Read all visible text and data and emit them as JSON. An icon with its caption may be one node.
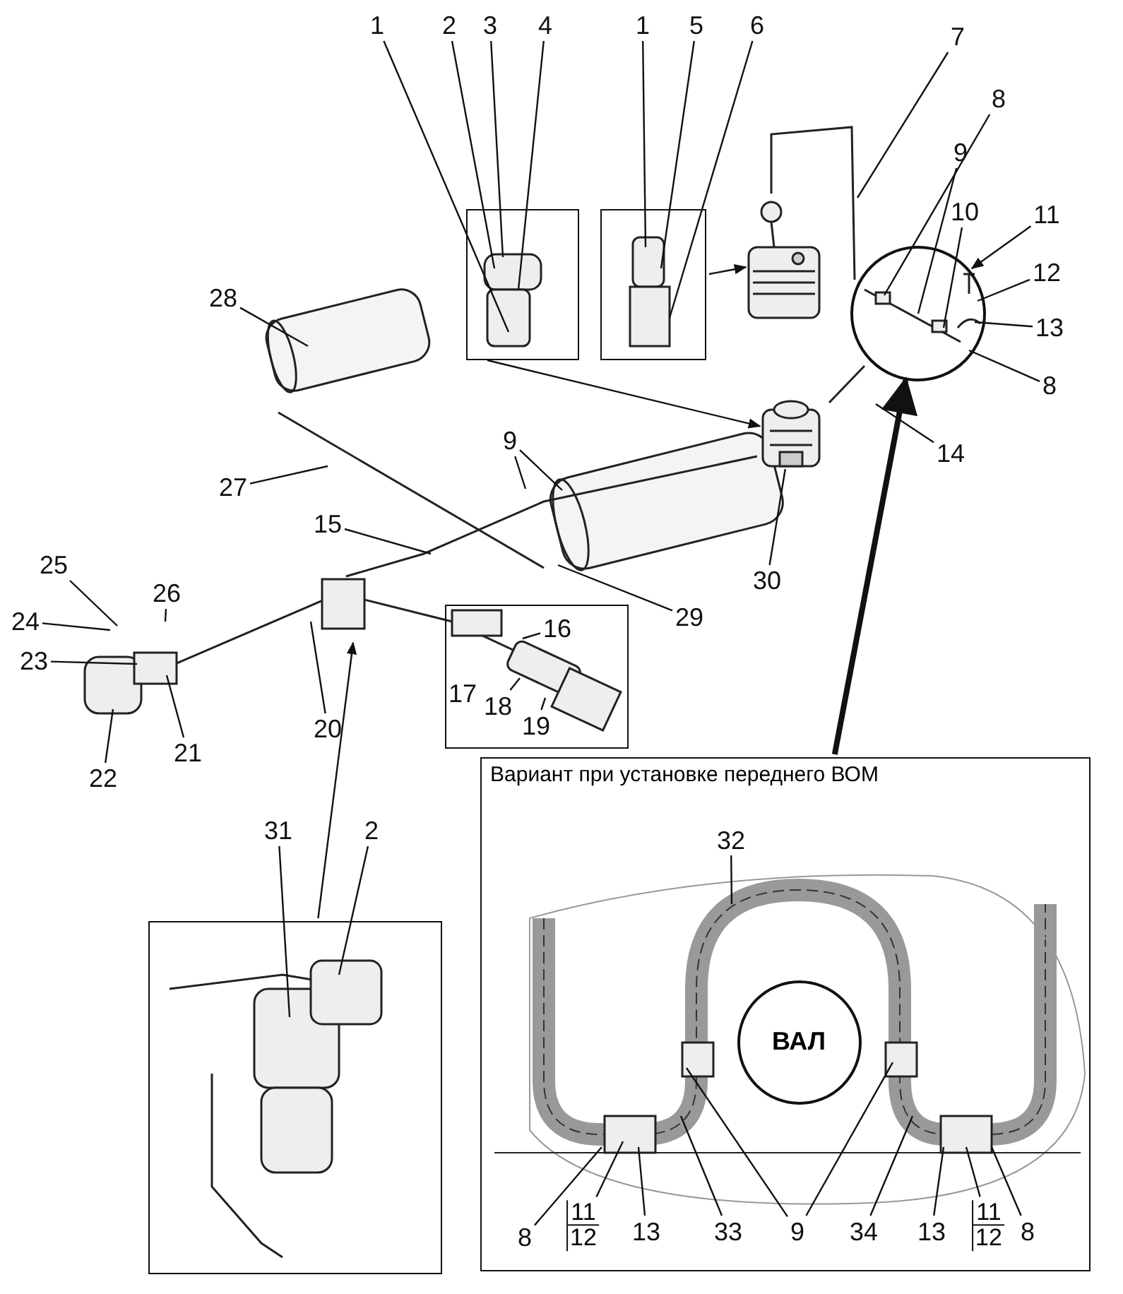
{
  "diagram": {
    "nodes": [
      {
        "text": [
          "1"
        ]
      },
      {
        "text": [
          "2"
        ]
      },
      {
        "text": [
          "3"
        ]
      },
      {
        "text": [
          "4"
        ]
      },
      {
        "text": [
          "1"
        ]
      },
      {
        "text": [
          "5"
        ]
      },
      {
        "text": [
          "6"
        ]
      },
      {
        "text": [
          "7"
        ]
      },
      {
        "text": [
          "8"
        ]
      },
      {
        "text": [
          "9"
        ]
      },
      {
        "text": [
          "10"
        ]
      },
      {
        "text": [
          "11"
        ]
      },
      {
        "text": [
          "12"
        ]
      },
      {
        "text": [
          "13"
        ]
      },
      {
        "text": [
          "8"
        ]
      },
      {
        "text": [
          "28"
        ]
      },
      {
        "text": [
          "9"
        ]
      },
      {
        "text": [
          "14"
        ]
      },
      {
        "text": [
          "27"
        ]
      },
      {
        "text": [
          "15"
        ]
      },
      {
        "text": [
          "30"
        ]
      },
      {
        "text": [
          "25"
        ]
      },
      {
        "text": [
          "26"
        ]
      },
      {
        "text": [
          "29"
        ]
      },
      {
        "text": [
          "24"
        ]
      },
      {
        "text": [
          "23"
        ]
      },
      {
        "text": [],
        "shape": "box"
      },
      {
        "text": [
          "16"
        ],
        "in": 26
      },
      {
        "text": [
          "17"
        ],
        "in": 26
      },
      {
        "text": [
          "18"
        ],
        "in": 26
      },
      {
        "text": [
          "19"
        ],
        "in": 26
      },
      {
        "text": [
          "21"
        ]
      },
      {
        "text": [
          "20"
        ]
      },
      {
        "text": [
          "22"
        ]
      },
      {
        "text": [
          "Вариант при установке переднего ВОМ"
        ]
      },
      {
        "text": [
          "32"
        ],
        "in": 34
      },
      {
        "text": [
          "ВАЛ"
        ],
        "in": 34
      },
      {
        "text": [
          "8"
        ],
        "in": 34
      },
      {
        "text": [
          "11",
          "12"
        ],
        "in": 34
      },
      {
        "text": [
          "13"
        ],
        "in": 34
      },
      {
        "text": [
          "33"
        ],
        "in": 34
      },
      {
        "text": [
          "9"
        ],
        "in": 34
      },
      {
        "text": [
          "34"
        ],
        "in": 34
      },
      {
        "text": [
          "13"
        ],
        "in": 34
      },
      {
        "text": [
          "11",
          "12"
        ],
        "in": 34
      },
      {
        "text": [
          "8"
        ],
        "in": 34
      },
      {
        "text": [],
        "shape": "box"
      },
      {
        "text": [
          "31"
        ]
      },
      {
        "text": [
          "2"
        ]
      },
      {
        "text": [],
        "shape": "box"
      },
      {
        "text": [],
        "shape": "box"
      },
      {
        "text": [],
        "shape": "circle"
      },
      {
        "text": [],
        "shape": "picture"
      },
      {
        "text": [],
        "shape": "picture"
      }
    ],
    "edges": [
      {
        "from": 0,
        "to": 49,
        "arrow": "none"
      },
      {
        "from": 1,
        "to": 49,
        "arrow": "none"
      },
      {
        "from": 2,
        "to": 49,
        "arrow": "none"
      },
      {
        "from": 3,
        "to": 49,
        "arrow": "none"
      },
      {
        "from": 4,
        "to": 50,
        "arrow": "none"
      },
      {
        "from": 5,
        "to": 50,
        "arrow": "none"
      },
      {
        "from": 6,
        "to": 50,
        "arrow": "none"
      },
      {
        "from": 49,
        "to": 53,
        "arrow": "to"
      },
      {
        "from": 50,
        "to": 52,
        "arrow": "to"
      },
      {
        "from": 7,
        "to": null,
        "arrow": "none"
      },
      {
        "from": 8,
        "to": 51,
        "arrow": "none"
      },
      {
        "from": 9,
        "to": 51,
        "arrow": "none"
      },
      {
        "from": 10,
        "to": 51,
        "arrow": "none"
      },
      {
        "from": 11,
        "to": 51,
        "arrow": "to"
      },
      {
        "from": 12,
        "to": 51,
        "arrow": "none"
      },
      {
        "from": 13,
        "to": 51,
        "arrow": "none"
      },
      {
        "from": 14,
        "to": 51,
        "arrow": "none"
      },
      {
        "from": 15,
        "to": null,
        "arrow": "none"
      },
      {
        "from": 16,
        "to": null,
        "arrow": "none"
      },
      {
        "from": 16,
        "to": null,
        "arrow": "none"
      },
      {
        "from": 17,
        "to": null,
        "arrow": "none"
      },
      {
        "from": 18,
        "to": null,
        "arrow": "none"
      },
      {
        "from": 19,
        "to": null,
        "arrow": "none"
      },
      {
        "from": 20,
        "to": 53,
        "arrow": "none"
      },
      {
        "from": 21,
        "to": null,
        "arrow": "none"
      },
      {
        "from": 22,
        "to": null,
        "arrow": "none"
      },
      {
        "from": 23,
        "to": null,
        "arrow": "none"
      },
      {
        "from": 24,
        "to": null,
        "arrow": "none"
      },
      {
        "from": 25,
        "to": null,
        "arrow": "none"
      },
      {
        "from": 27,
        "to": null,
        "arrow": "none"
      },
      {
        "from": 29,
        "to": null,
        "arrow": "none"
      },
      {
        "from": 30,
        "to": null,
        "arrow": "none"
      },
      {
        "from": 31,
        "to": null,
        "arrow": "none"
      },
      {
        "from": 32,
        "to": null,
        "arrow": "none"
      },
      {
        "from": 33,
        "to": null,
        "arrow": "none"
      },
      {
        "from": 46,
        "to": null,
        "arrow": "to"
      },
      {
        "from": 34,
        "to": 51,
        "arrow": "to",
        "style": "thick"
      },
      {
        "from": 35,
        "to": null,
        "arrow": "none"
      },
      {
        "from": 37,
        "to": null,
        "arrow": "none"
      },
      {
        "from": 38,
        "to": null,
        "arrow": "none"
      },
      {
        "from": 39,
        "to": null,
        "arrow": "none"
      },
      {
        "from": 40,
        "to": null,
        "arrow": "none"
      },
      {
        "from": 41,
        "to": null,
        "arrow": "none"
      },
      {
        "from": 41,
        "to": null,
        "arrow": "none"
      },
      {
        "from": 42,
        "to": null,
        "arrow": "none"
      },
      {
        "from": 43,
        "to": null,
        "arrow": "none"
      },
      {
        "from": 44,
        "to": null,
        "arrow": "none"
      },
      {
        "from": 45,
        "to": null,
        "arrow": "none"
      },
      {
        "from": 47,
        "to": 46,
        "arrow": "none"
      },
      {
        "from": 48,
        "to": 46,
        "arrow": "none"
      }
    ]
  }
}
